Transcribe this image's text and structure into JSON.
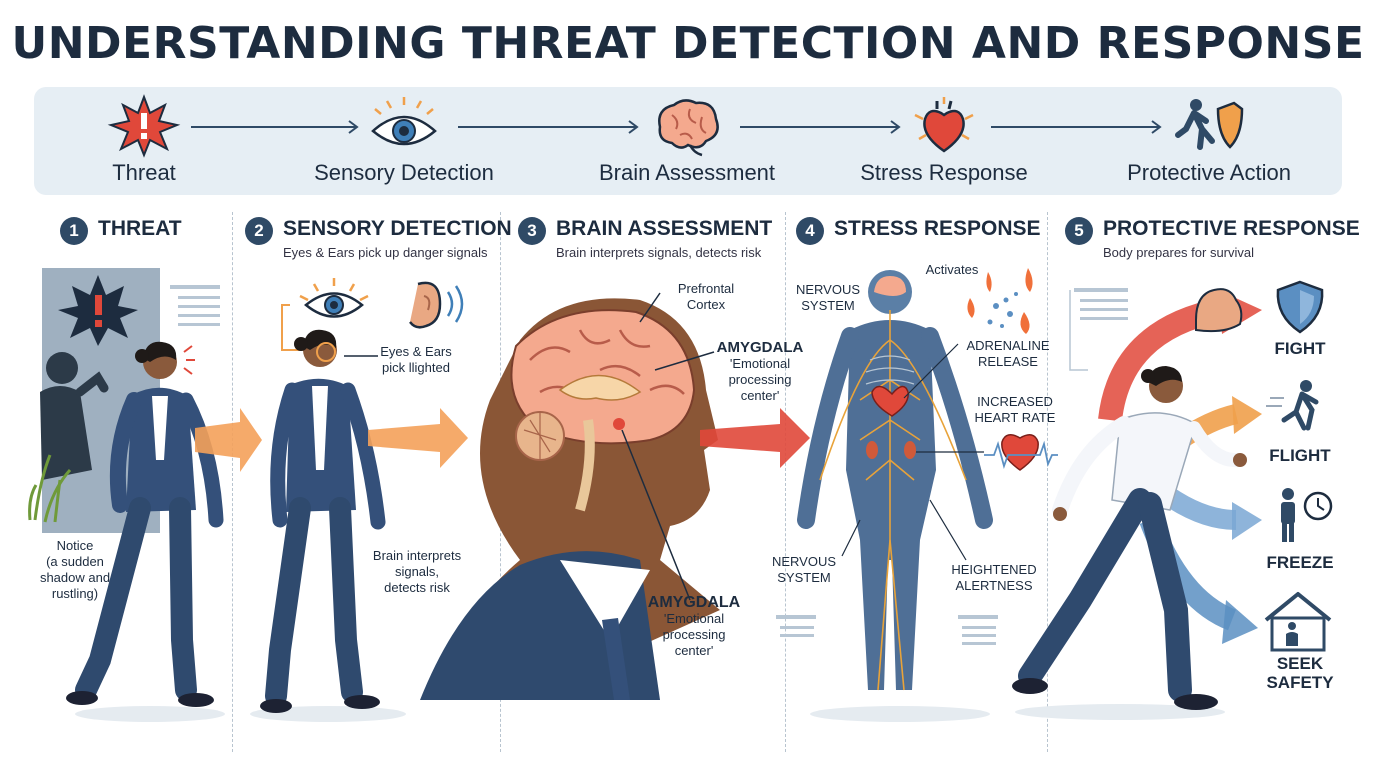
{
  "title": "UNDERSTANDING THREAT DETECTION AND RESPONSE",
  "flow": [
    {
      "label": "Threat",
      "icon": "alert-burst-icon"
    },
    {
      "label": "Sensory Detection",
      "icon": "eye-icon"
    },
    {
      "label": "Brain Assessment",
      "icon": "brain-icon"
    },
    {
      "label": "Stress Response",
      "icon": "heart-icon"
    },
    {
      "label": "Protective Action",
      "icon": "runner-shield-icon"
    }
  ],
  "panels": [
    {
      "number": "1",
      "title": "THREAT",
      "subtitle": ""
    },
    {
      "number": "2",
      "title": "SENSORY DETECTION",
      "subtitle": "Eyes & Ears pick up danger signals"
    },
    {
      "number": "3",
      "title": "BRAIN ASSESSMENT",
      "subtitle": "Brain interprets signals, detects risk"
    },
    {
      "number": "4",
      "title": "STRESS RESPONSE",
      "subtitle": ""
    },
    {
      "number": "5",
      "title": "PROTECTIVE RESPONSE",
      "subtitle": "Body prepares for survival"
    }
  ],
  "threat": {
    "notice": [
      "Notice",
      "(a sudden",
      "shadow and",
      "rustling)"
    ]
  },
  "sensory": {
    "eyes_ears": [
      "Eyes & Ears",
      "pick llighted"
    ],
    "brain_note": [
      "Brain interprets",
      "signals,",
      "detects risk"
    ]
  },
  "brain": {
    "prefrontal": [
      "Prefrontal",
      "Cortex"
    ],
    "amygdala_top": {
      "name": "AMYGDALA",
      "desc": [
        "'Emotional",
        "processing",
        "center'"
      ]
    },
    "amygdala_bottom": {
      "name": "AMYGDALA",
      "desc": [
        "'Emotional",
        "processing",
        "center'"
      ]
    }
  },
  "stress": {
    "activates": "Activates",
    "nervous_top": [
      "NERVOUS",
      "SYSTEM"
    ],
    "adrenaline": [
      "ADRENALINE",
      "RELEASE"
    ],
    "heart_rate": [
      "INCREASED",
      "HEART RATE"
    ],
    "nervous_bottom": [
      "NERVOUS",
      "SYSTEM"
    ],
    "alertness": [
      "HEIGHTENED",
      "ALERTNESS"
    ]
  },
  "protective": {
    "options": [
      {
        "label": [
          "FIGHT"
        ],
        "icon": "shield-icon"
      },
      {
        "label": [
          "FLIGHT"
        ],
        "icon": "running-figure-icon"
      },
      {
        "label": [
          "FREEZE"
        ],
        "icon": "standing-figure-clock-icon"
      },
      {
        "label": [
          "SEEK",
          "SAFETY"
        ],
        "icon": "house-shelter-icon"
      }
    ]
  },
  "colors": {
    "navy": "#1d2c3f",
    "suit": "#2f4a6e",
    "orange": "#f0a04b",
    "red": "#e0483a",
    "nerve": "#e8a33a",
    "blue": "#5b8fc2",
    "flowbar": "#e6eef4"
  }
}
